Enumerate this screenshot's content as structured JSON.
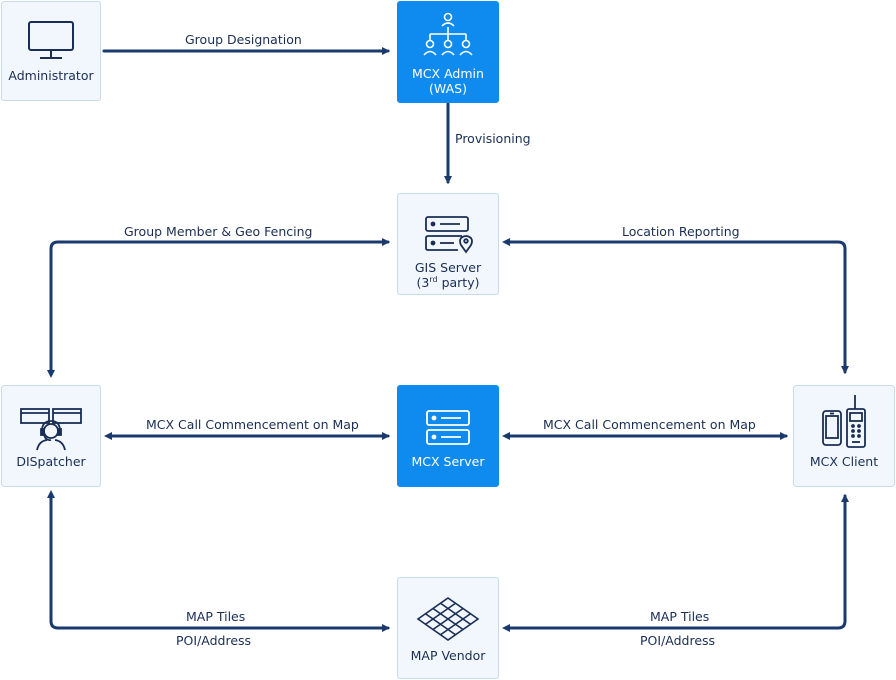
{
  "nodes": {
    "administrator": {
      "label": "Administrator"
    },
    "mcx_admin": {
      "label": "MCX Admin",
      "sub": "(WAS)"
    },
    "gis_server": {
      "label": "GIS Server",
      "sub_prefix": "(3",
      "sub_sup": "rd",
      "sub_suffix": " party)"
    },
    "dispatcher": {
      "label": "DISpatcher"
    },
    "mcx_server": {
      "label": "MCX Server"
    },
    "mcx_client": {
      "label": "MCX Client"
    },
    "map_vendor": {
      "label": "MAP Vendor"
    }
  },
  "edges": {
    "group_designation": "Group Designation",
    "provisioning": "Provisioning",
    "group_member_geo": "Group Member & Geo Fencing",
    "location_reporting": "Location Reporting",
    "call_left": "MCX Call Commencement on Map",
    "call_right": "MCX Call Commencement on Map",
    "map_tiles_left": "MAP Tiles",
    "poi_left": "POI/Address",
    "map_tiles_right": "MAP Tiles",
    "poi_right": "POI/Address"
  },
  "colors": {
    "primary": "#0f8bf0",
    "node_bg": "#f1f7fd",
    "node_border": "#c8dcef",
    "arrow": "#1a3a6e"
  }
}
